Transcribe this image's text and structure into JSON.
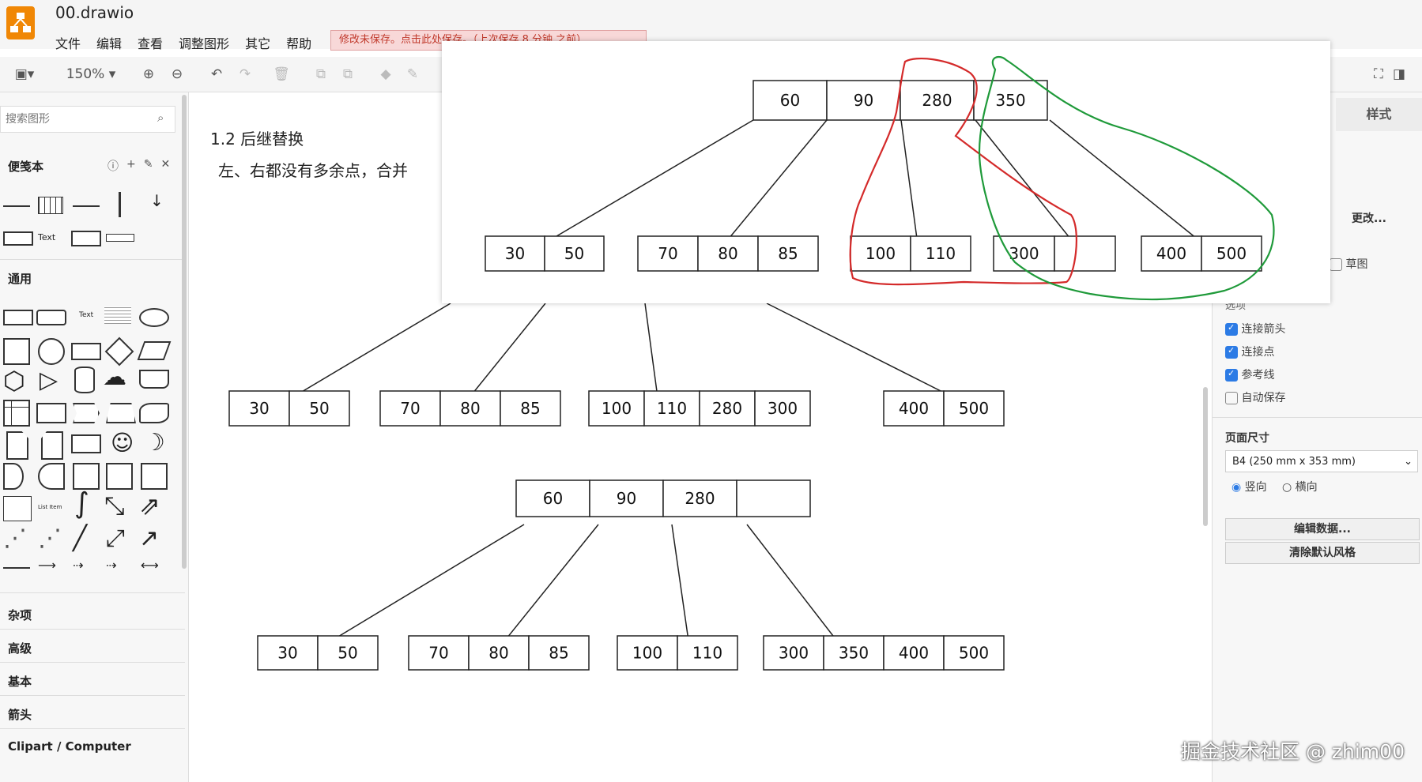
{
  "app": {
    "title": "00.drawio",
    "menu": [
      "文件",
      "编辑",
      "查看",
      "调整图形",
      "其它",
      "帮助"
    ],
    "unsaved_notice": "修改未保存。点击此处保存。（上次保存 8 分钟 之前）"
  },
  "toolbar": {
    "zoom": "150%"
  },
  "sidebar": {
    "search_placeholder": "搜索图形",
    "scratchpad": "便笺本",
    "general": "通用",
    "text_label": "Text",
    "sections": [
      "杂项",
      "高级",
      "基本",
      "箭头",
      "Clipart / Computer"
    ]
  },
  "canvas": {
    "heading": "1.2 后继替换",
    "subtitle": "左、右都没有多余点，合并"
  },
  "right_panel": {
    "style_tab": "样式",
    "change_button": "更改...",
    "sketch_label": "草图",
    "options_title": "选项",
    "options": [
      {
        "label": "连接箭头",
        "checked": true
      },
      {
        "label": "连接点",
        "checked": true
      },
      {
        "label": "参考线",
        "checked": true
      },
      {
        "label": "自动保存",
        "checked": false
      }
    ],
    "page_size_title": "页面尺寸",
    "page_size_value": "B4 (250 mm x 353 mm)",
    "orientation": {
      "portrait": "竖向",
      "landscape": "横向",
      "selected": "portrait"
    },
    "edit_data_button": "编辑数据...",
    "clear_style_button": "清除默认风格"
  },
  "diagrams": {
    "overlay_tree": {
      "root": [
        "60",
        "90",
        "280",
        "350"
      ],
      "leaves": [
        [
          "30",
          "50"
        ],
        [
          "70",
          "80",
          "85"
        ],
        [
          "100",
          "110"
        ],
        [
          "300",
          ""
        ],
        [
          "400",
          "500"
        ]
      ]
    },
    "tree_mid": {
      "leaves": [
        [
          "30",
          "50"
        ],
        [
          "70",
          "80",
          "85"
        ],
        [
          "100",
          "110",
          "280",
          "300"
        ],
        [
          "400",
          "500"
        ]
      ]
    },
    "tree_bottom": {
      "root": [
        "60",
        "90",
        "280",
        ""
      ],
      "leaves": [
        [
          "30",
          "50"
        ],
        [
          "70",
          "80",
          "85"
        ],
        [
          "100",
          "110"
        ],
        [
          "300",
          "350",
          "400",
          "500"
        ]
      ]
    },
    "annotation_colors": {
      "red": "#d42a2a",
      "green": "#1f9a3a"
    }
  },
  "watermark": "掘金技术社区 @ zhim00"
}
